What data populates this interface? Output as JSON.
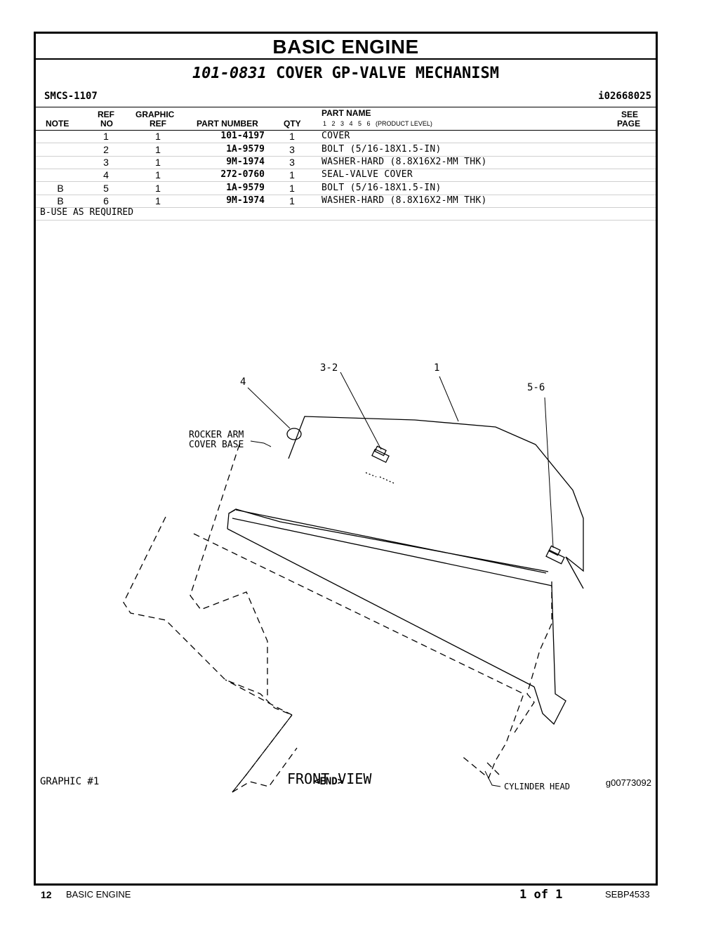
{
  "section_title": "BASIC ENGINE",
  "group": {
    "number": "101-0831",
    "name": "COVER GP-VALVE MECHANISM"
  },
  "smcs": "SMCS-1107",
  "illustration_id": "i02668025",
  "table_header": {
    "note": "NOTE",
    "ref_top": "REF",
    "ref_bottom": "NO",
    "graphic_top": "GRAPHIC",
    "graphic_bottom": "REF",
    "part_number": "PART NUMBER",
    "qty": "QTY",
    "part_name": "PART NAME",
    "product_levels": "1   2   3   4   5   6   (PRODUCT LEVEL)",
    "see_top": "SEE",
    "see_bottom": "PAGE"
  },
  "parts": [
    {
      "note": "",
      "ref": "1",
      "graphic": "1",
      "part_number": "101-4197",
      "qty": "1",
      "name": "COVER"
    },
    {
      "note": "",
      "ref": "2",
      "graphic": "1",
      "part_number": "1A-9579",
      "qty": "3",
      "name": "BOLT (5/16-18X1.5-IN)"
    },
    {
      "note": "",
      "ref": "3",
      "graphic": "1",
      "part_number": "9M-1974",
      "qty": "3",
      "name": "WASHER-HARD (8.8X16X2-MM THK)"
    },
    {
      "note": "",
      "ref": "4",
      "graphic": "1",
      "part_number": "272-0760",
      "qty": "1",
      "name": "SEAL-VALVE COVER"
    },
    {
      "note": "B",
      "ref": "5",
      "graphic": "1",
      "part_number": "1A-9579",
      "qty": "1",
      "name": "BOLT (5/16-18X1.5-IN)"
    },
    {
      "note": "B",
      "ref": "6",
      "graphic": "1",
      "part_number": "9M-1974",
      "qty": "1",
      "name": "WASHER-HARD (8.8X16X2-MM THK)"
    }
  ],
  "note_text": "B-USE AS REQUIRED",
  "drawing": {
    "callouts": [
      "4",
      "3-2",
      "1",
      "5-6"
    ],
    "label_rocker_1": "ROCKER ARM",
    "label_rocker_2": "COVER BASE",
    "label_view": "FRONT VIEW",
    "label_head": "CYLINDER HEAD"
  },
  "graphic_label": "GRAPHIC #1",
  "end_label": "<END>",
  "graphic_id": "g00773092",
  "footer": {
    "page_number": "12",
    "section": "BASIC ENGINE",
    "page_of": "1 of 1",
    "doc_number": "SEBP4533"
  }
}
